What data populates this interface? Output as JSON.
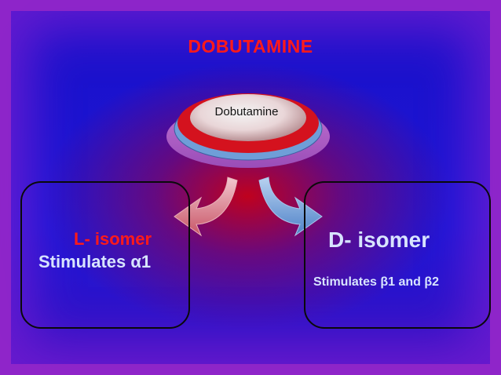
{
  "title": "DOBUTAMINE",
  "center": {
    "label": "Dobutamine"
  },
  "left": {
    "name": "L- isomer",
    "effect": "Stimulates α1"
  },
  "right": {
    "name": "D- isomer",
    "effect": "Stimulates  β1 and β2"
  },
  "colors": {
    "title": "#ff1a1a",
    "background": "#1d16d6",
    "border": "#9b2bd0",
    "disc": "#d4121e"
  }
}
